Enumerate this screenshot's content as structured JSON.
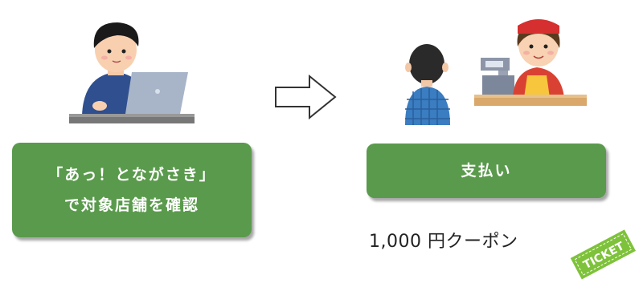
{
  "step1": {
    "line1": "「あっ！とながさき」",
    "line2": "で対象店舗を確認"
  },
  "step2": {
    "label": "支払い"
  },
  "coupon": {
    "label": "1,000 円クーポン"
  },
  "ticket": {
    "text": "TICKET"
  },
  "colors": {
    "box_green": "#5a9a4c",
    "ticket_green": "#7ec23b"
  },
  "icons": [
    "person-laptop-icon",
    "arrow-right-icon",
    "customer-icon",
    "cashier-icon",
    "ticket-icon"
  ]
}
